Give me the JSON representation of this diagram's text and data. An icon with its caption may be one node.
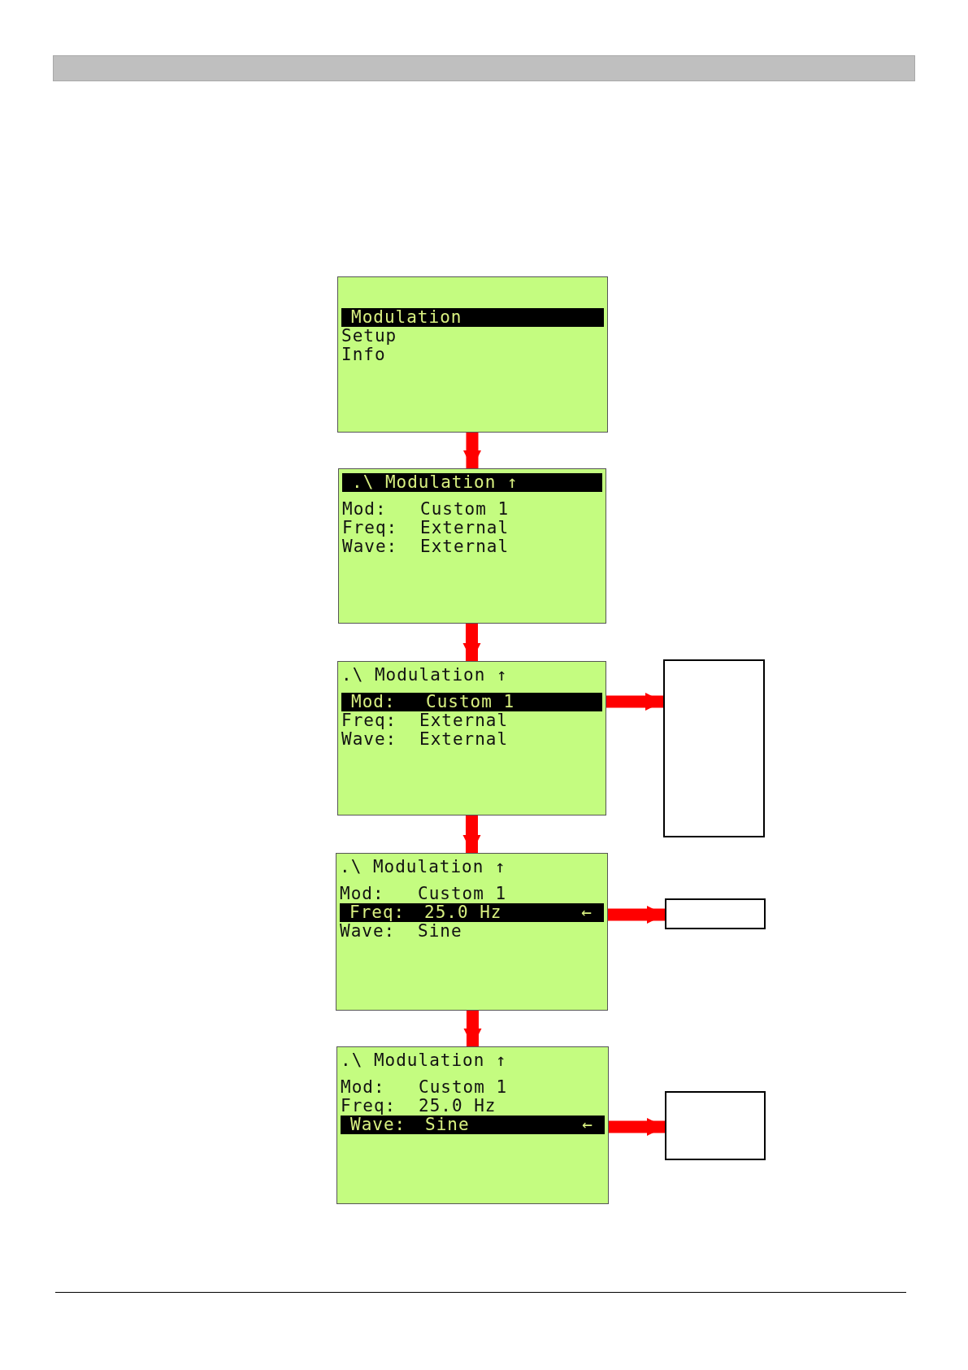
{
  "diagram": {
    "nodes": [
      {
        "text": [
          "Modulation",
          "Setup",
          "Info"
        ]
      },
      {
        "text": [
          ".\\ Modulation ↑",
          "Mod:",
          "Custom 1",
          "Freq:",
          "External",
          "Wave:",
          "External"
        ]
      },
      {
        "text": [
          ".\\ Modulation ↑",
          "Mod:",
          "Custom 1",
          "Freq:",
          "External",
          "Wave:",
          "External"
        ]
      },
      {
        "text": [
          ".\\ Modulation ↑",
          "Mod:",
          "Custom 1",
          "Freq:",
          "25.0 Hz",
          "←",
          "Wave:",
          "Sine"
        ]
      },
      {
        "text": [
          ".\\ Modulation ↑",
          "Mod:",
          "Custom 1",
          "Freq:",
          "25.0 Hz",
          "Wave:",
          "Sine",
          "←"
        ]
      },
      {
        "text": [],
        "shape": "box"
      },
      {
        "text": [],
        "shape": "box"
      },
      {
        "text": [],
        "shape": "box"
      }
    ],
    "edges": [
      {
        "from": 0,
        "to": 1,
        "arrow": "to"
      },
      {
        "from": 1,
        "to": 2,
        "arrow": "to"
      },
      {
        "from": 2,
        "to": 5,
        "arrow": "to"
      },
      {
        "from": 2,
        "to": 3,
        "arrow": "to"
      },
      {
        "from": 3,
        "to": 6,
        "arrow": "to"
      },
      {
        "from": 3,
        "to": 4,
        "arrow": "to"
      },
      {
        "from": 4,
        "to": 7,
        "arrow": "to"
      }
    ]
  }
}
